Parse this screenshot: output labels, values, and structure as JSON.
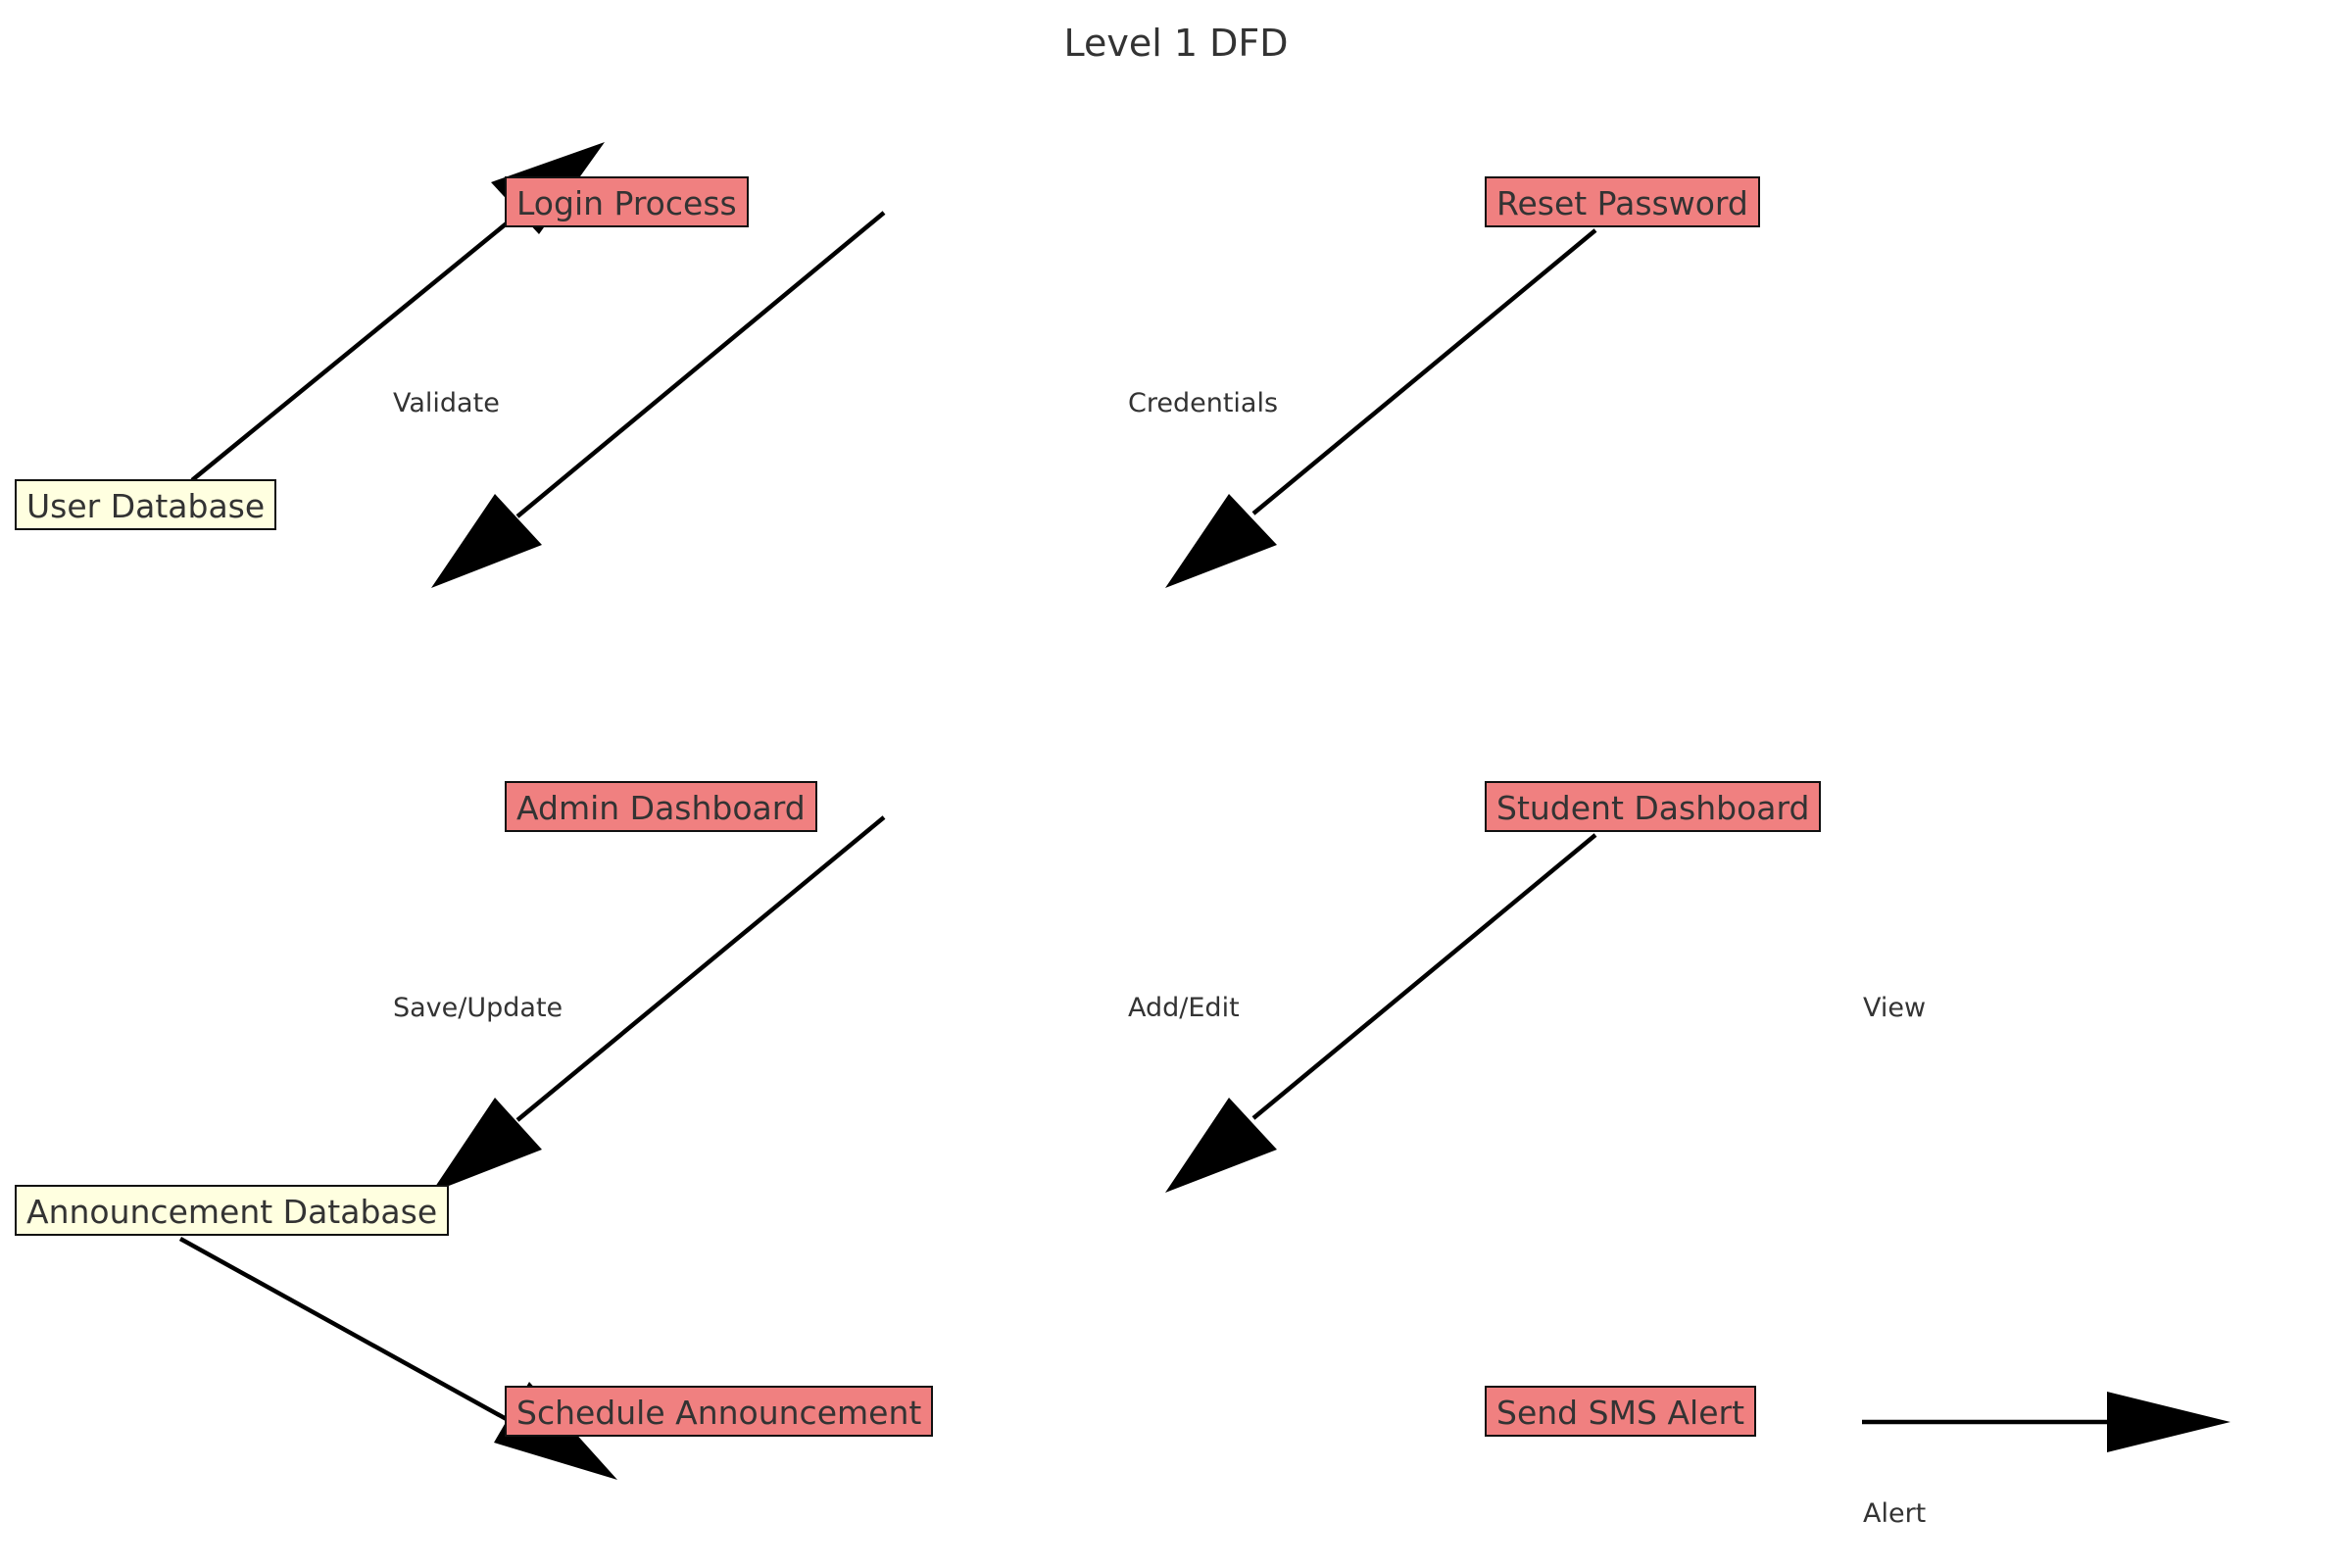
{
  "title": "Level 1 DFD",
  "nodes": {
    "login_process": "Login Process",
    "reset_password": "Reset Password",
    "user_database": "User Database",
    "admin_dashboard": "Admin Dashboard",
    "student_dashboard": "Student Dashboard",
    "announcement_database": "Announcement Database",
    "schedule_announcement": "Schedule Announcement",
    "send_sms_alert": "Send SMS Alert"
  },
  "flow_labels": {
    "validate": "Validate",
    "credentials": "Credentials",
    "save_update": "Save/Update",
    "add_edit": "Add/Edit",
    "view": "View",
    "alert": "Alert"
  },
  "colors": {
    "process_fill": "#f08080",
    "data_store_fill": "#ffffe0",
    "arrow": "#000000"
  }
}
